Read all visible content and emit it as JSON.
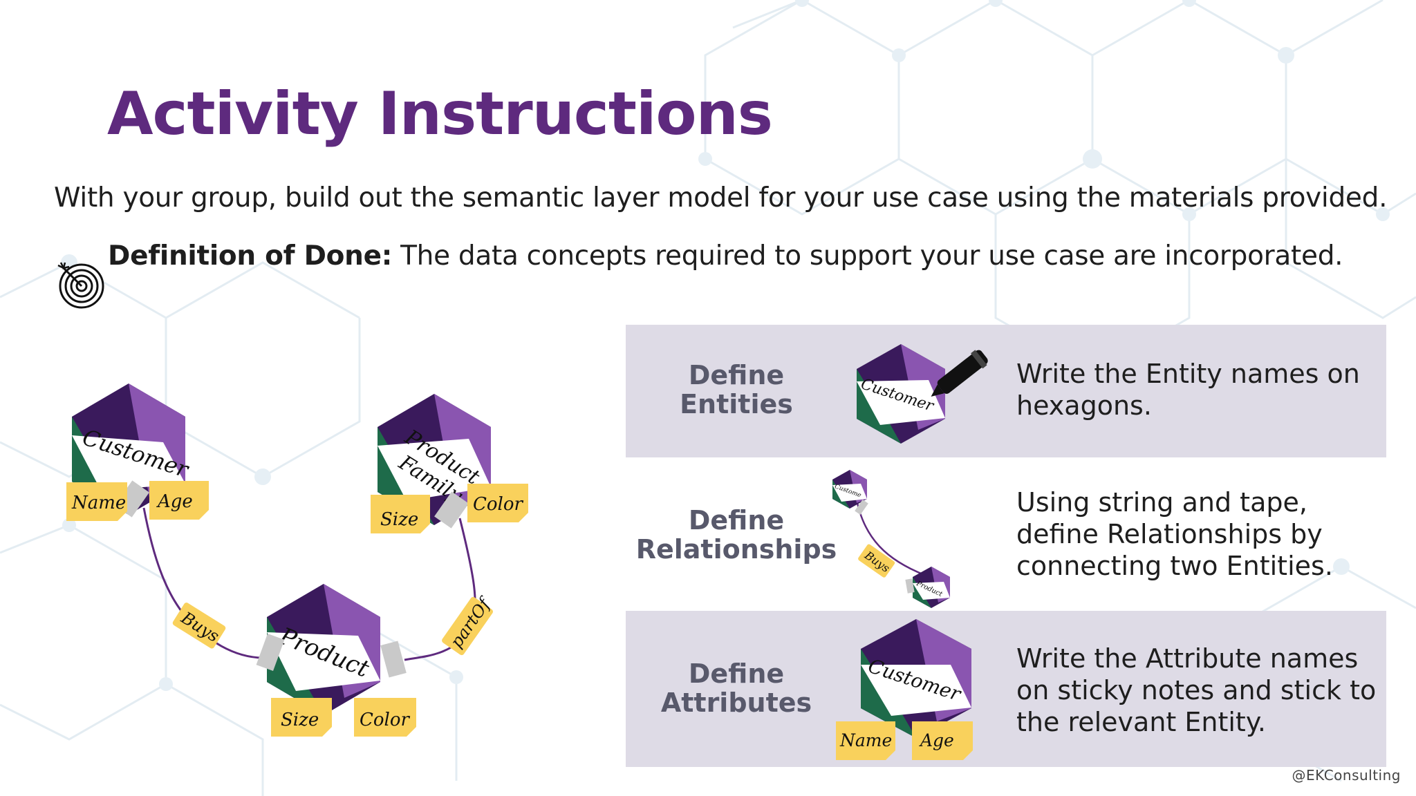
{
  "slide": {
    "title": "Activity Instructions",
    "intro": "With your group, build out the semantic layer model for your use case using the materials provided.",
    "dod_label": "Definition of Done:",
    "dod_text": " The data concepts required to support your use case are incorporated.",
    "credit": "@EKConsulting"
  },
  "diagram": {
    "entities": [
      "Customer",
      "Product Family",
      "Product"
    ],
    "attributes": [
      "Name",
      "Age",
      "Size",
      "Color",
      "Size",
      "Color"
    ],
    "relationships": [
      "Buys",
      "partOf"
    ]
  },
  "steps": [
    {
      "label_line1": "Define",
      "label_line2": "Entities",
      "description": "Write the Entity names on hexagons.",
      "art_text": "Customer"
    },
    {
      "label_line1": "Define",
      "label_line2": "Relationships",
      "description": "Using string and tape, define Relationships by connecting two Entities.",
      "art_text_a": "Custome",
      "art_text_b": "Product",
      "art_rel": "Buys"
    },
    {
      "label_line1": "Define",
      "label_line2": "Attributes",
      "description": "Write the Attribute names on sticky notes and stick to the relevant Entity.",
      "art_text": "Customer",
      "art_attr_a": "Name",
      "art_attr_b": "Age"
    }
  ],
  "colors": {
    "purple_dark": "#3a1a5c",
    "purple_mid": "#5e2a7e",
    "purple_light": "#8a55b0",
    "green": "#1e6b4a",
    "sticky": "#f9d15c",
    "band": "#dedbe6"
  }
}
